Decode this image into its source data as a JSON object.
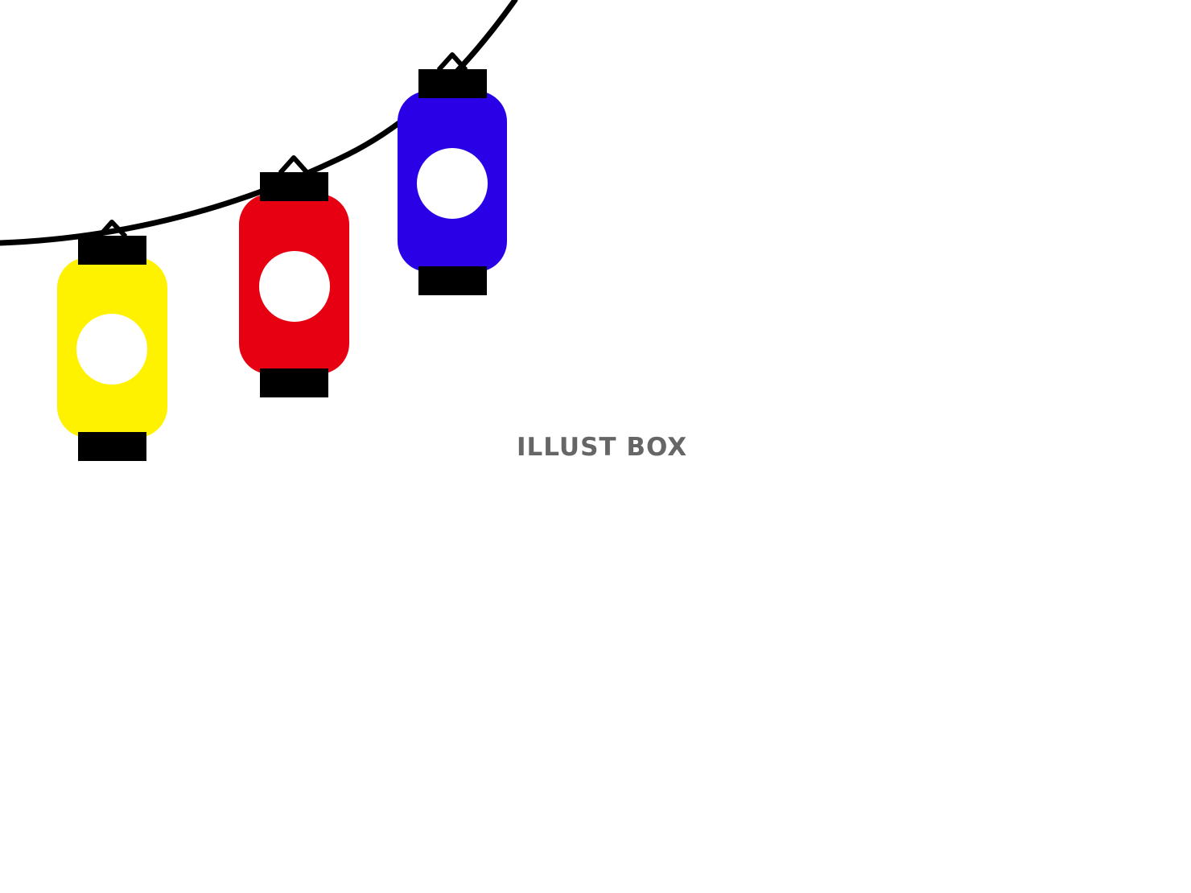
{
  "watermark": {
    "text": "ILLUST BOX",
    "color": "#666666"
  },
  "palette": {
    "background": "#ffffff",
    "cord": "#000000",
    "cap": "#000000",
    "crest": "#ffffff"
  },
  "lanterns": [
    {
      "name": "yellow-lantern",
      "color": "#fff200"
    },
    {
      "name": "red-lantern",
      "color": "#e60012"
    },
    {
      "name": "blue-lantern",
      "color": "#2a00e6"
    }
  ]
}
